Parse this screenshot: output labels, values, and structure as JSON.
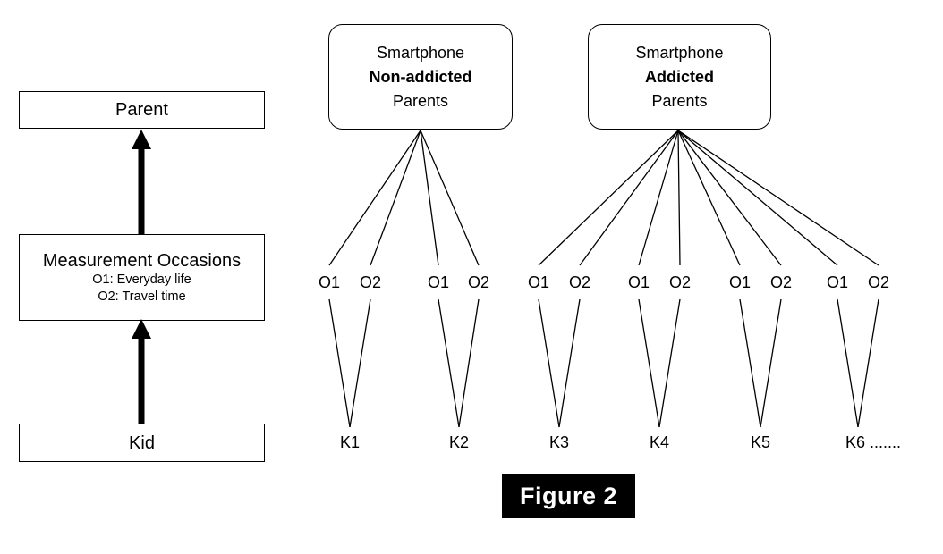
{
  "figure": {
    "caption": "Figure 2",
    "caption_bg": "#000000",
    "caption_fg": "#ffffff"
  },
  "left_panel": {
    "levels": [
      {
        "id": "parent",
        "title": "Parent",
        "sublines": []
      },
      {
        "id": "measurement-occasions",
        "title": "Measurement Occasions",
        "sublines": [
          "O1: Everyday life",
          "O2: Travel time"
        ]
      },
      {
        "id": "kid",
        "title": "Kid",
        "sublines": []
      }
    ],
    "arrows": [
      {
        "from": "kid",
        "to": "measurement-occasions"
      },
      {
        "from": "measurement-occasions",
        "to": "parent"
      }
    ]
  },
  "right_panel": {
    "groups": [
      {
        "id": "non-addicted",
        "line1": "Smartphone",
        "line2": "Non-addicted",
        "line3": "Parents",
        "kids": [
          "K1",
          "K2"
        ],
        "occasions_per_kid": [
          "O1",
          "O2"
        ]
      },
      {
        "id": "addicted",
        "line1": "Smartphone",
        "line2": "Addicted",
        "line3": "Parents",
        "kids": [
          "K3",
          "K4",
          "K5",
          "K6 ......."
        ],
        "occasions_per_kid": [
          "O1",
          "O2"
        ]
      }
    ],
    "occasion_labels": [
      "O1",
      "O2",
      "O1",
      "O2",
      "O1",
      "O2",
      "O1",
      "O2",
      "O1",
      "O2",
      "O1",
      "O2"
    ],
    "kid_labels": [
      "K1",
      "K2",
      "K3",
      "K4",
      "K5",
      "K6 ......."
    ]
  },
  "style": {
    "line_color": "#000000",
    "box_border": "#000000",
    "background": "#ffffff"
  }
}
